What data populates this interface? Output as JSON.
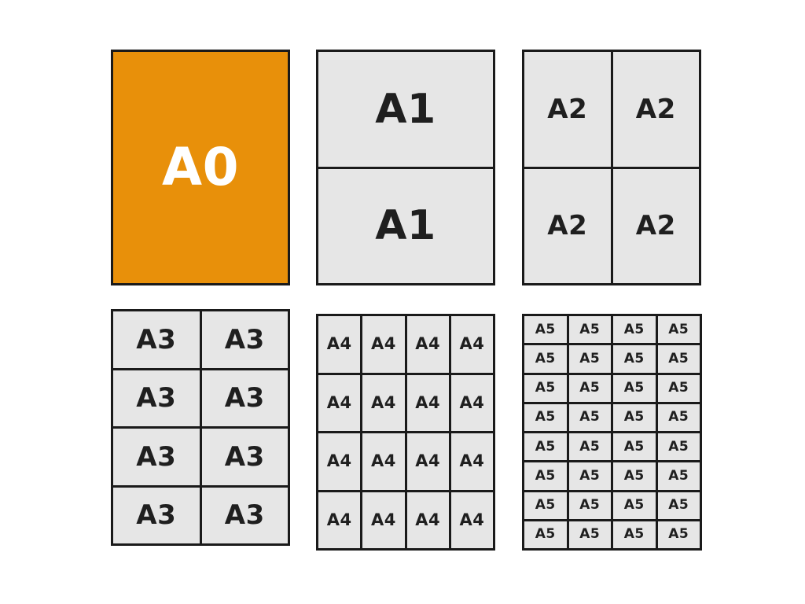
{
  "colors": {
    "accent": "#e8900a",
    "cell_fill": "#e6e6e6",
    "border": "#1a1a1a",
    "text_dark": "#1f1f1f",
    "text_light": "#ffffff"
  },
  "panels": [
    {
      "id": "a0",
      "label": "A0",
      "rows": 1,
      "cols": 1,
      "accent": true
    },
    {
      "id": "a1",
      "label": "A1",
      "rows": 2,
      "cols": 1,
      "accent": false
    },
    {
      "id": "a2",
      "label": "A2",
      "rows": 2,
      "cols": 2,
      "accent": false
    },
    {
      "id": "a3",
      "label": "A3",
      "rows": 4,
      "cols": 2,
      "accent": false
    },
    {
      "id": "a4",
      "label": "A4",
      "rows": 4,
      "cols": 4,
      "accent": false
    },
    {
      "id": "a5",
      "label": "A5",
      "rows": 8,
      "cols": 4,
      "accent": false
    }
  ]
}
